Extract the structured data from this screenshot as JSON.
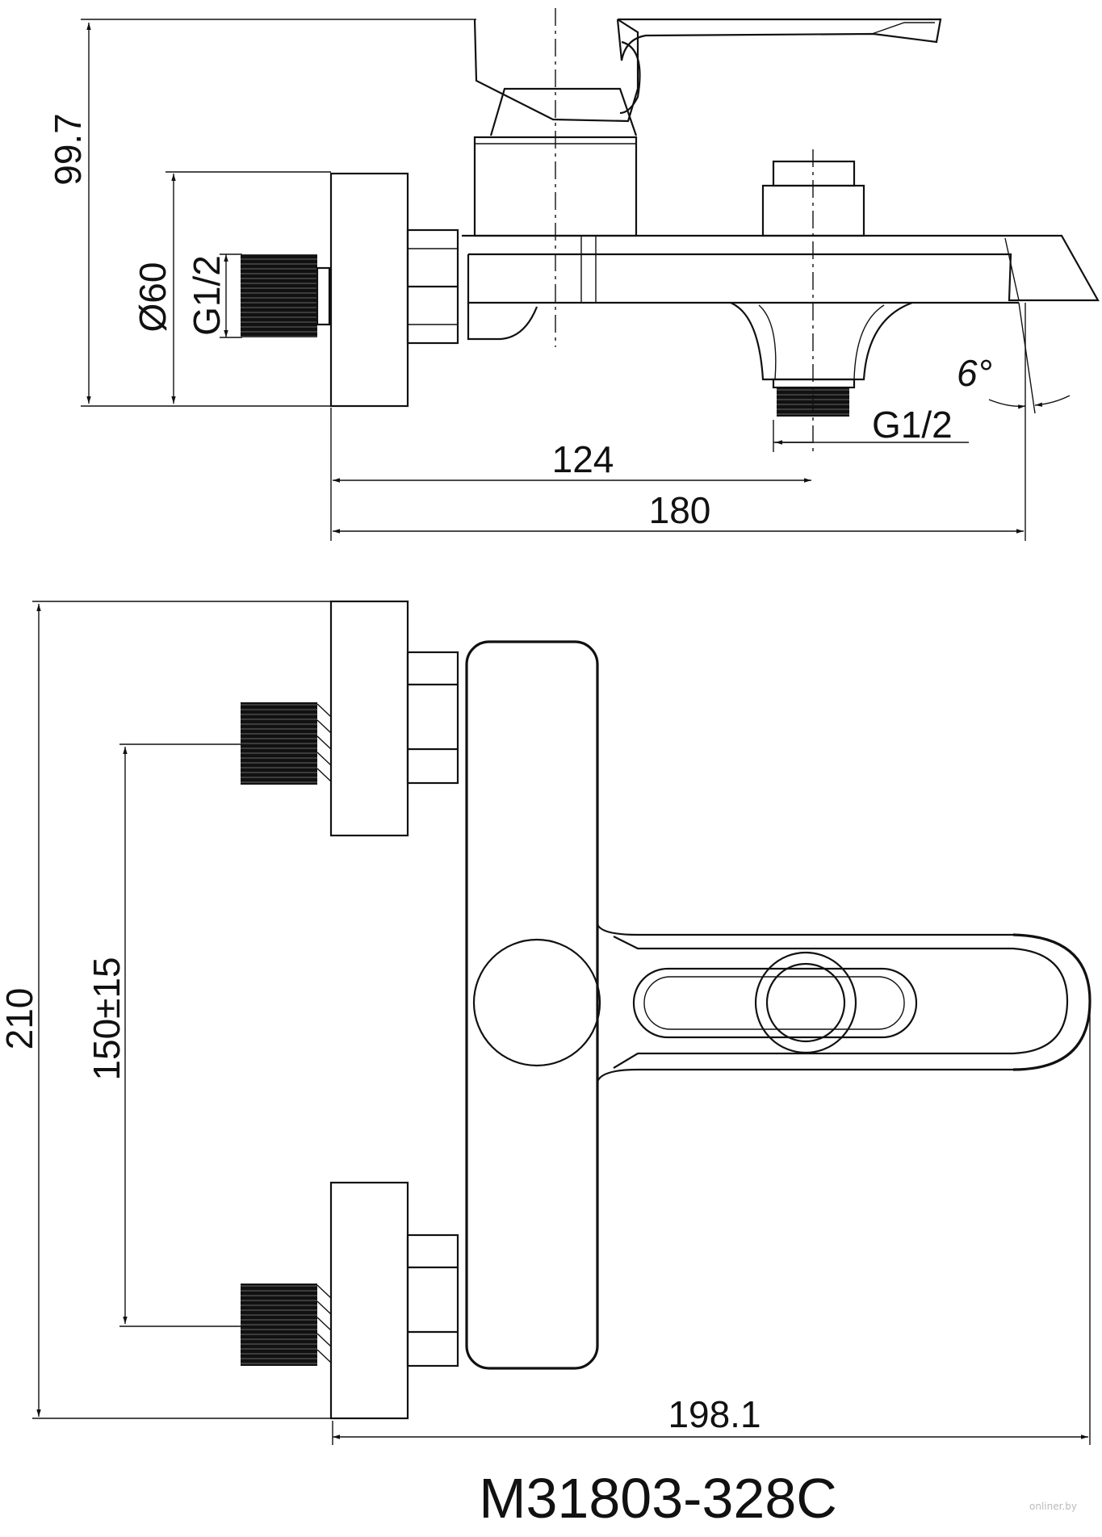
{
  "dimensions": {
    "height_top": "99.7",
    "diameter": "Ø60",
    "thread_inlet": "G1/2",
    "thread_outlet": "G1/2",
    "spout_angle": "6°",
    "offset_124": "124",
    "length_180": "180",
    "height_210": "210",
    "centers": "150±15",
    "depth_198": "198.1"
  },
  "model_code": "M31803-328C",
  "watermark": "onliner.by",
  "colors": {
    "line": "#111111",
    "background": "#ffffff"
  }
}
